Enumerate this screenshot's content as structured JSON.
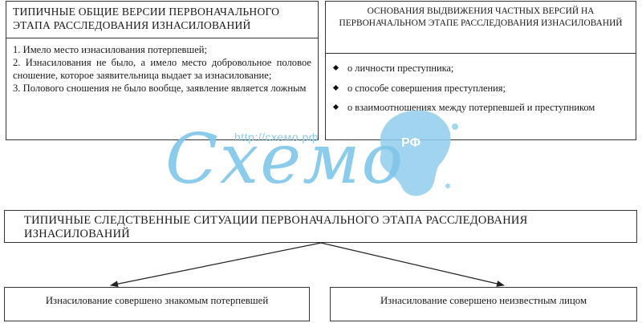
{
  "top_left": {
    "header": "ТИПИЧНЫЕ ОБЩИЕ ВЕРСИИ ПЕРВОНАЧАЛЬНОГО ЭТАПА РАССЛЕДОВАНИЯ ИЗНАСИЛОВАНИЙ",
    "items": [
      "1. Имело место изнасилования потерпевшей;",
      "2. Изнасилования не было, а имело место добровольное половое сношение, которое заявительница выдает за изнасилование;",
      "3. Полового сношения не было вообще, заявление является ложным"
    ]
  },
  "top_right": {
    "header": "ОСНОВАНИЯ ВЫДВИЖЕНИЯ ЧАСТНЫХ ВЕРСИЙ НА ПЕРВОНАЧАЛЬНОМ ЭТАПЕ РАССЛЕДОВАНИЯ ИЗНАСИЛОВАНИЙ",
    "items": [
      "о личности преступника;",
      "о способе совершения преступления;",
      "о взаимоотношениях между потерпевшей и преступником"
    ]
  },
  "middle": {
    "title": "ТИПИЧНЫЕ СЛЕДСТВЕННЫЕ СИТУАЦИИ ПЕРВОНАЧАЛЬНОГО ЭТАПА РАССЛЕДОВАНИЯ ИЗНАСИЛОВАНИЙ"
  },
  "bottom": {
    "left": "Изнасилование совершено знакомым потерпевшей",
    "right": "Изнасилование совершено неизвестным лицом"
  },
  "watermark": {
    "url": "http://схемо.рф",
    "logo": "Схемо",
    "badge": "РФ",
    "splash_color": "#7fc6ea"
  }
}
